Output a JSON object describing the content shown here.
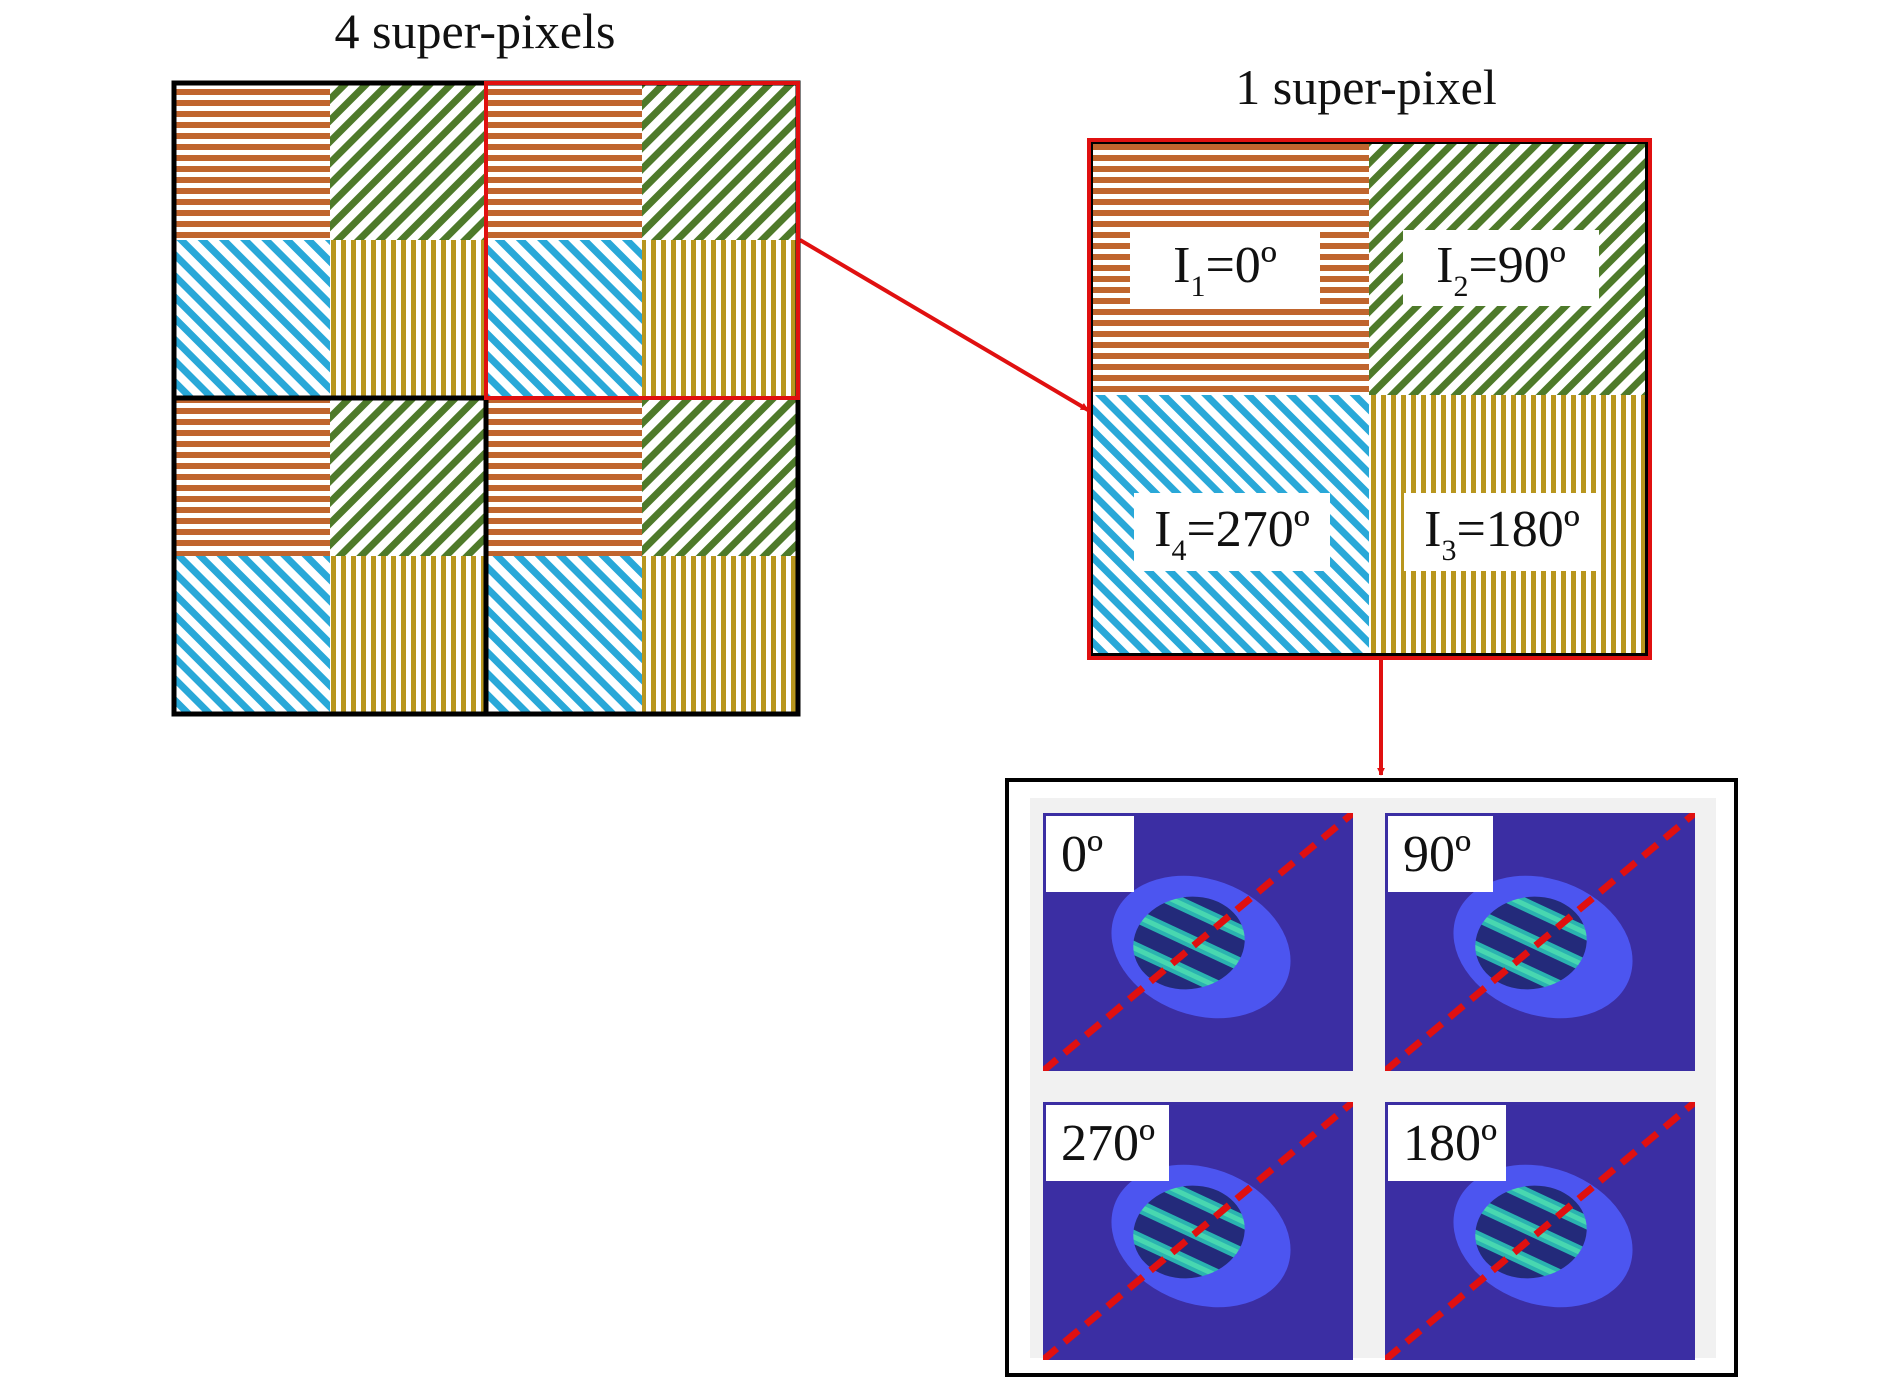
{
  "left_panel": {
    "title": "4 super-pixels"
  },
  "right_panel": {
    "title": "1 super-pixel",
    "cells": [
      {
        "base": "I",
        "sub": "1",
        "suffix": "=0º"
      },
      {
        "base": "I",
        "sub": "2",
        "suffix": "=90º"
      },
      {
        "base": "I",
        "sub": "4",
        "suffix": "=270º"
      },
      {
        "base": "I",
        "sub": "3",
        "suffix": "=180º"
      }
    ]
  },
  "fringe_panel": {
    "labels": [
      "0º",
      "90º",
      "270º",
      "180º"
    ]
  },
  "pattern_colors": {
    "horizontal_lines": "#c0652e",
    "diagonal_up_lines": "#4e7a2a",
    "diagonal_down_lines": "#29a8d8",
    "vertical_lines": "#b8961e"
  },
  "colors": {
    "highlight": "#e01010",
    "frame": "#000000",
    "map_background": "#3b2ea3",
    "map_halo": "#4c55f0",
    "fringe_light": "#2ab3b0",
    "fringe_dark": "#232a7a"
  }
}
